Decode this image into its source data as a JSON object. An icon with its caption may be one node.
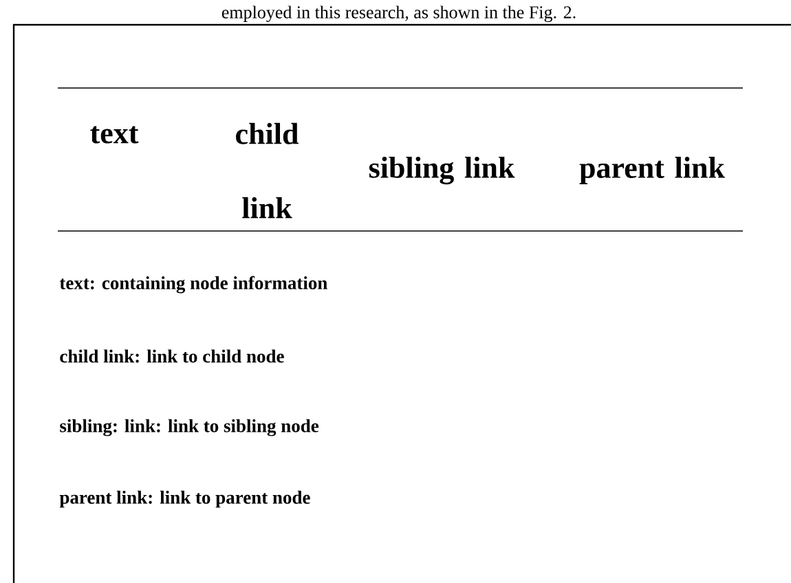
{
  "diagram": {
    "labels": [
      "employed in this research, as shown in the Fig. 2.",
      "text",
      "child link",
      "sibling link",
      "parent link",
      "text: containing node information",
      "child link: link to child node",
      "sibling: link: link to sibling node",
      "parent link: link to parent node"
    ]
  }
}
